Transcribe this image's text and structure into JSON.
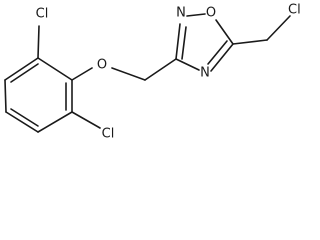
{
  "molecule": {
    "atoms": {
      "cl_top_left": "Cl",
      "cl_bottom": "Cl",
      "ether_o": "O",
      "ring_o": "O",
      "ring_n_top": "N",
      "ring_n_bottom": "N",
      "cl_top_right": "Cl"
    }
  }
}
